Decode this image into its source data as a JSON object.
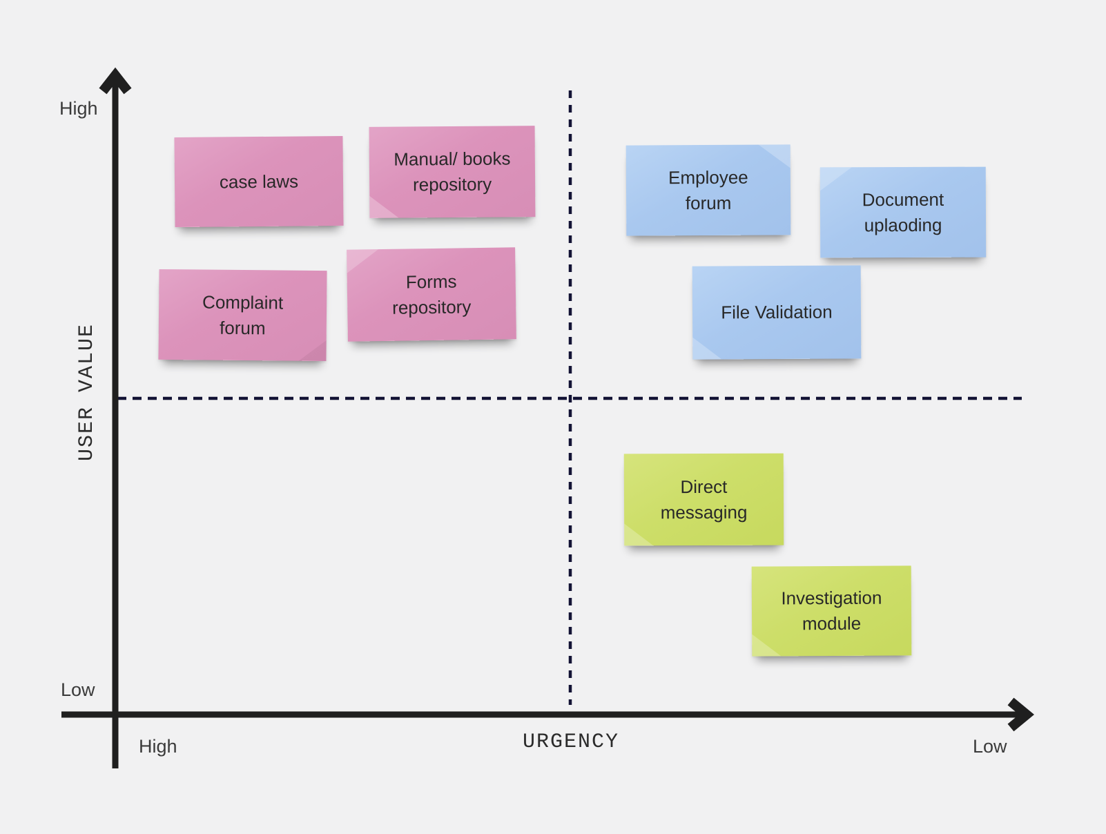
{
  "canvas": {
    "background_color": "#f1f1f2",
    "axis_color": "#1f1f1f",
    "divider_color": "#131335"
  },
  "axes": {
    "x_title": "URGENCY",
    "y_title": "USER VALUE",
    "y_high_label": "High",
    "y_low_label": "Low",
    "x_high_label": "High",
    "x_low_label": "Low"
  },
  "note_colors": {
    "pink": "#dc93bb",
    "blue": "#a9c8ef",
    "green": "#cdde69"
  },
  "notes": [
    {
      "id": "case-laws",
      "text": "case laws",
      "color": "pink",
      "quadrant": "high-urgency-high-value"
    },
    {
      "id": "manual-books",
      "text": "Manual/ books\nrepository",
      "color": "pink",
      "quadrant": "high-urgency-high-value"
    },
    {
      "id": "complaint-forum",
      "text": "Complaint\nforum",
      "color": "pink",
      "quadrant": "high-urgency-high-value"
    },
    {
      "id": "forms-repository",
      "text": "Forms\nrepository",
      "color": "pink",
      "quadrant": "high-urgency-high-value"
    },
    {
      "id": "employee-forum",
      "text": "Employee\nforum",
      "color": "blue",
      "quadrant": "low-urgency-high-value"
    },
    {
      "id": "document-uplaoding",
      "text": "Document\nuplaoding",
      "color": "blue",
      "quadrant": "low-urgency-high-value"
    },
    {
      "id": "file-validation",
      "text": "File Validation",
      "color": "blue",
      "quadrant": "low-urgency-high-value"
    },
    {
      "id": "direct-messaging",
      "text": "Direct\nmessaging",
      "color": "green",
      "quadrant": "low-urgency-low-value"
    },
    {
      "id": "investigation-module",
      "text": "Investigation\nmodule",
      "color": "green",
      "quadrant": "low-urgency-low-value"
    }
  ]
}
